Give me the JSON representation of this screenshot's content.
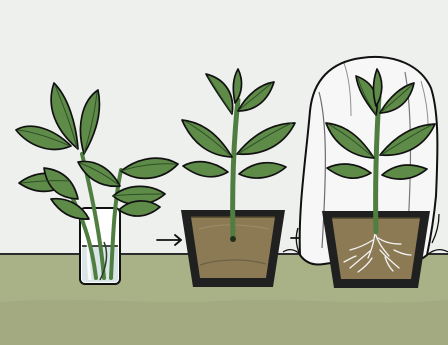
{
  "colors": {
    "sky": "#eef0ee",
    "ground": "#a9b187",
    "ground_shadow": "#979f77",
    "leaf": "#5f8b49",
    "leaf_dark": "#456b35",
    "stem": "#4f7e40",
    "outline": "#101010",
    "water": "#d9e6e8",
    "soil": "#8c7a55",
    "pot": "#202020",
    "bag": "#f6f7f6"
  },
  "steps": [
    {
      "name": "cuttings-in-water",
      "icon": "glass-of-water-icon"
    },
    {
      "name": "cutting-potted-in-soil",
      "icon": "plant-pot-icon"
    },
    {
      "name": "potted-cutting-under-plastic-bag",
      "icon": "plastic-bag-cover-icon"
    }
  ],
  "arrows": [
    {
      "icon": "arrow-right-icon"
    },
    {
      "icon": "arrow-right-icon"
    }
  ]
}
